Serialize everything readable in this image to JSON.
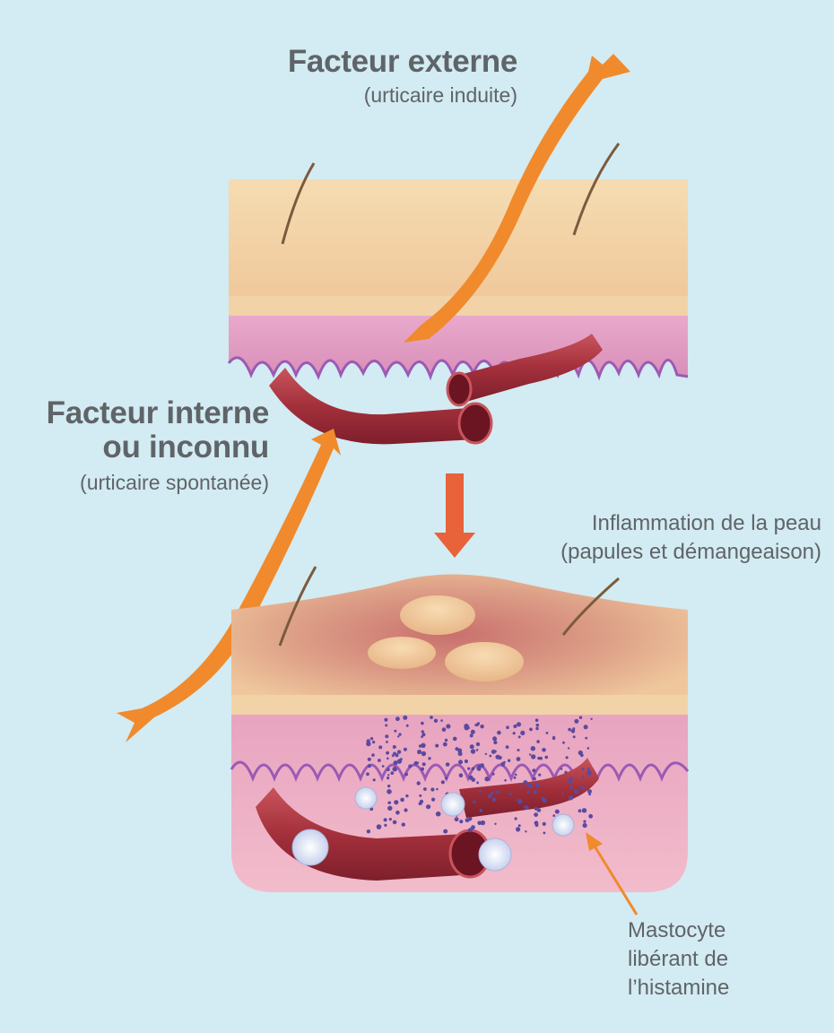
{
  "labels": {
    "external_factor": {
      "title": "Facteur externe",
      "subtitle": "(urticaire induite)"
    },
    "internal_factor": {
      "title_line1": "Facteur interne",
      "title_line2": "ou inconnu",
      "subtitle": "(urticaire spontanée)"
    },
    "inflammation": {
      "line1": "Inflammation de la peau",
      "line2": "(papules et démangeaison)"
    },
    "mast_cell": {
      "line1": "Mastocyte",
      "line2": "libérant de",
      "line3": "l’histamine"
    }
  },
  "colors": {
    "background": "#d3ebf2",
    "text": "#5f6468",
    "arrow_orange": "#f08a2c",
    "skin_surface": "#f3cf9e",
    "dermis_pink": "#e6a3c6",
    "vessel_red": "#a8323f",
    "histamine_dots": "#5a4aa0"
  },
  "icons": [
    "external-factor-arrow",
    "internal-factor-arrow",
    "process-down-arrow",
    "mast-cell-pointer-arrow"
  ]
}
